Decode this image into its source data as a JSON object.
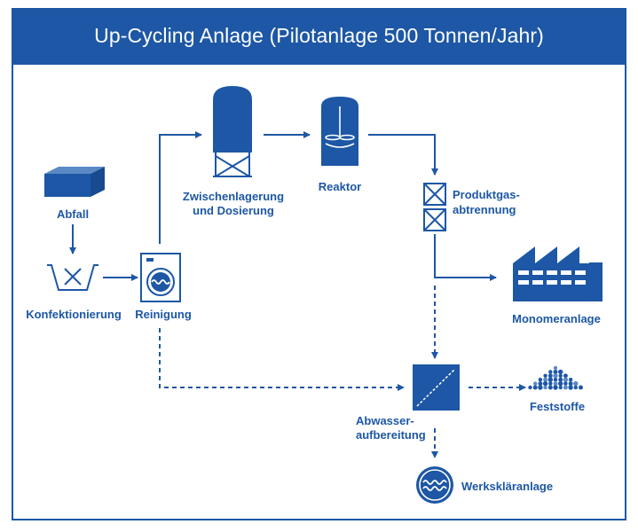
{
  "title": "Up-Cycling Anlage (Pilotanlage 500 Tonnen/Jahr)",
  "colors": {
    "primary": "#1d57a5",
    "background": "#ffffff"
  },
  "nodes": {
    "abfall": "Abfall",
    "konfektionierung": "Konfektionierung",
    "reinigung": "Reinigung",
    "zwischenlagerung_line1": "Zwischenlagerung",
    "zwischenlagerung_line2": "und Dosierung",
    "reaktor": "Reaktor",
    "produktgas_line1": "Produktgas-",
    "produktgas_line2": "abtrennung",
    "monomeranlage": "Monomeranlage",
    "abwasser_line1": "Abwasser-",
    "abwasser_line2": "aufbereitung",
    "feststoffe": "Feststoffe",
    "werksklaeranlage": "Werkskläranlage"
  },
  "icons": {
    "abfall": "waste-box-icon",
    "konfektionierung": "washing-tub-icon",
    "reinigung": "washing-machine-icon",
    "zwischenlagerung": "silo-icon",
    "reaktor": "reactor-stirrer-icon",
    "produktgas": "separation-column-icon",
    "monomeranlage": "factory-icon",
    "abwasser": "filter-icon",
    "feststoffe": "solids-pile-icon",
    "werksklaeranlage": "water-treatment-icon"
  }
}
